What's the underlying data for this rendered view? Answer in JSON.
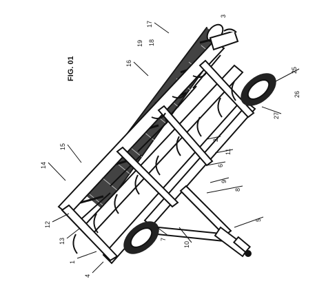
{
  "figure": {
    "title": "FIG. 01",
    "labels": [
      "1",
      "2",
      "3",
      "4",
      "5",
      "6",
      "7",
      "8",
      "9",
      "10",
      "11",
      "12",
      "13",
      "14",
      "15",
      "16",
      "17",
      "18",
      "19",
      "25",
      "26",
      "27"
    ]
  }
}
